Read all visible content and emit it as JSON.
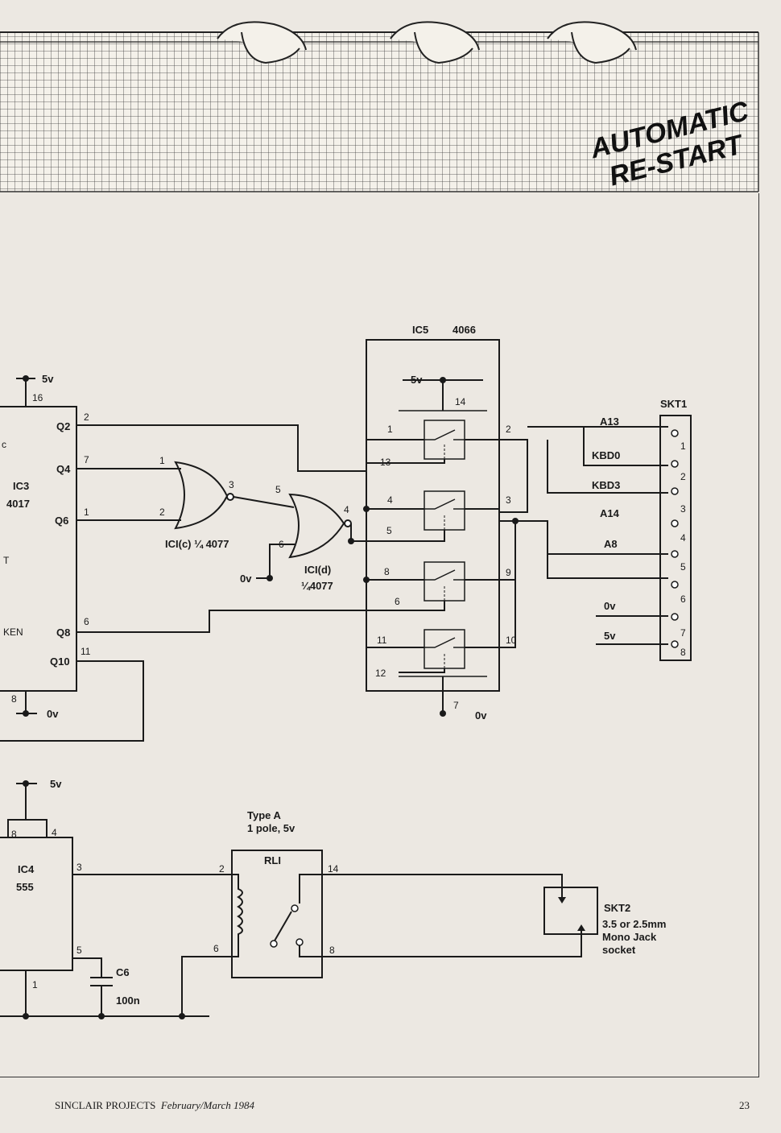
{
  "header": {
    "title_line1": "AUTOMATIC",
    "title_line2": "RE-START"
  },
  "ic3": {
    "name": "IC3",
    "part": "4017",
    "supply": "5v",
    "ground": "0v",
    "pins": {
      "vdd": "16",
      "q2": "2",
      "q4": "7",
      "q6": "1",
      "q8": "6",
      "q10": "11",
      "vss": "8"
    },
    "outputs": [
      "Q2",
      "Q4",
      "Q6",
      "Q8",
      "Q10"
    ],
    "edge_labels": [
      "KEN"
    ]
  },
  "ic1c": {
    "name": "ICI(c) ¼ 4077",
    "pins": [
      "1",
      "2",
      "3"
    ]
  },
  "ic1d": {
    "name": "ICI(d)",
    "part": "¼4077",
    "ground": "0v",
    "pins": [
      "5",
      "6",
      "4"
    ]
  },
  "ic5": {
    "name": "IC5",
    "part": "4066",
    "supply": "5v",
    "ground": "0v",
    "pins": {
      "vdd": "14",
      "vss": "7",
      "s1": [
        "1",
        "2",
        "13"
      ],
      "s2": [
        "4",
        "3",
        "5"
      ],
      "s3": [
        "8",
        "9",
        "6"
      ],
      "s4": [
        "11",
        "10",
        "12"
      ]
    }
  },
  "skt1": {
    "name": "SKT1",
    "pins": [
      "1",
      "2",
      "3",
      "4",
      "5",
      "6",
      "7",
      "8"
    ],
    "signals": [
      "A13",
      "KBD0",
      "KBD3",
      "A14",
      "A8",
      "0v",
      "5v"
    ]
  },
  "ic4": {
    "name": "IC4",
    "part": "555",
    "supply": "5v",
    "pins": [
      "8",
      "4",
      "3",
      "5",
      "1"
    ]
  },
  "c6": {
    "name": "C6",
    "value": "100n"
  },
  "relay": {
    "name": "RLI",
    "type_line1": "Type A",
    "type_line2": "1 pole, 5v",
    "pins": [
      "2",
      "6",
      "14",
      "8"
    ]
  },
  "skt2": {
    "name": "SKT2",
    "desc_line1": "3.5 or 2.5mm",
    "desc_line2": "Mono Jack",
    "desc_line3": "socket"
  },
  "footer": {
    "publication": "SINCLAIR PROJECTS",
    "issue": "February/March 1984",
    "page": "23"
  }
}
